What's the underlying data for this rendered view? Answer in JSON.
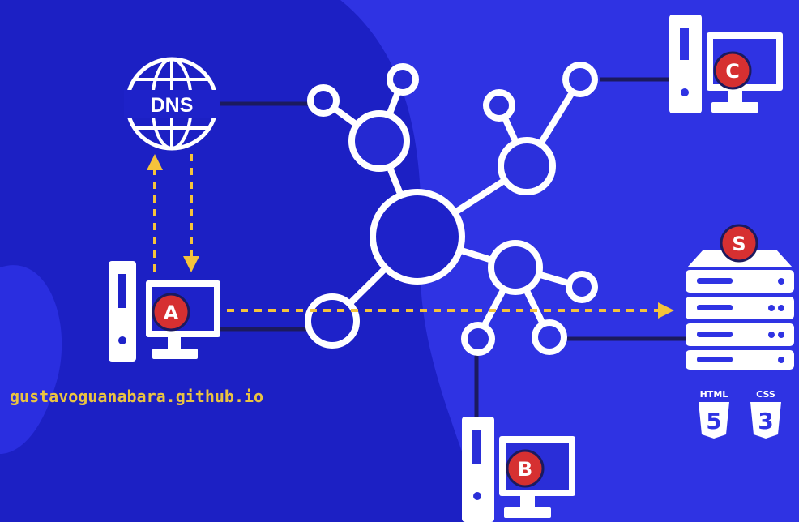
{
  "diagram": {
    "dns_label": "DNS",
    "url_label": "gustavoguanabara.github.io",
    "computers": [
      {
        "id": "A",
        "label": "A"
      },
      {
        "id": "B",
        "label": "B"
      },
      {
        "id": "C",
        "label": "C"
      }
    ],
    "server": {
      "label": "S"
    },
    "tech_badges": [
      {
        "name": "HTML",
        "num": "5"
      },
      {
        "name": "CSS",
        "num": "3"
      }
    ],
    "colors": {
      "background_dark": "#1a1fbf",
      "background_light": "#2f33e3",
      "white": "#ffffff",
      "badge_red": "#d63031",
      "dash_yellow": "#f5c33b",
      "link_line": "#1b1a5e",
      "url_text": "#e9c342"
    }
  }
}
